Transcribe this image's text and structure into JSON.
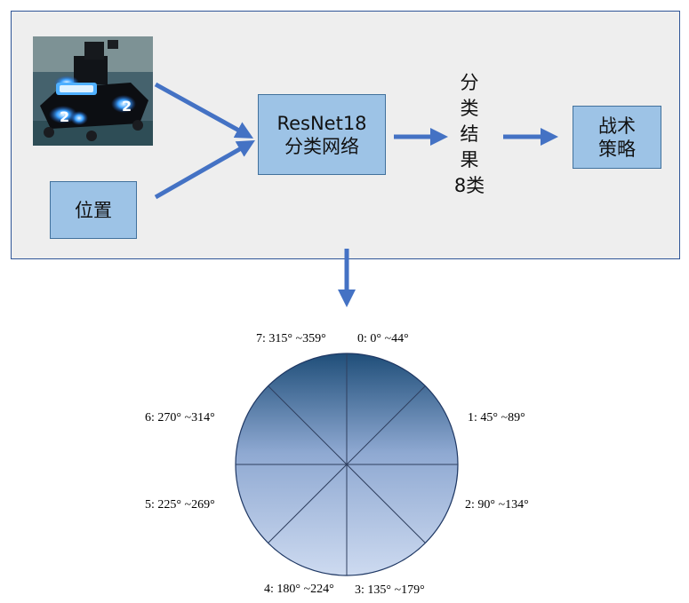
{
  "colors": {
    "panel_background": "#eeeeee",
    "panel_border": "#2f5597",
    "box_fill": "#9dc3e6",
    "box_border": "#41719c",
    "arrow": "#4472c4",
    "circle_top": "#1f4e79",
    "circle_bottom": "#c9d8ee"
  },
  "inputs": {
    "robot_image": "robot-photo",
    "position_label": "位置"
  },
  "model": {
    "line1": "ResNet18",
    "line2": "分类网络"
  },
  "result": {
    "chars": [
      "分",
      "类",
      "结",
      "果",
      "8类"
    ]
  },
  "strategy": {
    "line1": "战术",
    "line2": "策略"
  },
  "angle_classes": [
    {
      "label": "0: 0° ~44°"
    },
    {
      "label": "1: 45° ~89°"
    },
    {
      "label": "2: 90° ~134°"
    },
    {
      "label": "3: 135° ~179°"
    },
    {
      "label": "4: 180° ~224°"
    },
    {
      "label": "5: 225° ~269°"
    },
    {
      "label": "6: 270° ~314°"
    },
    {
      "label": "7: 315° ~359°"
    }
  ]
}
